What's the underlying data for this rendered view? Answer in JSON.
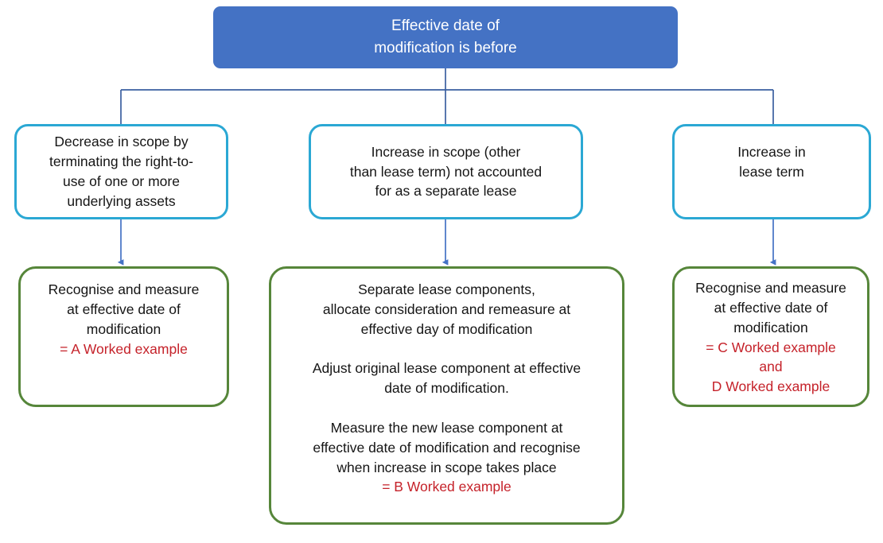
{
  "diagram": {
    "title_node": {
      "id": "effective-date-root",
      "lines": [
        "Effective date of",
        "modification is before"
      ],
      "fill": "#4472C4",
      "text_color": "#FFFFFF"
    },
    "criteria_nodes": [
      {
        "id": "decrease-in-scope",
        "border_color": "#2BA8D4",
        "lines": [
          "Decrease in scope by",
          "terminating the right-to-",
          "use of one or more",
          "underlying assets"
        ]
      },
      {
        "id": "increase-in-scope",
        "border_color": "#2BA8D4",
        "lines": [
          "Increase in scope (other",
          "than lease term) not accounted",
          "for as a separate lease"
        ]
      },
      {
        "id": "increase-in-lease-term",
        "border_color": "#2BA8D4",
        "lines": [
          "Increase in",
          "lease term"
        ]
      }
    ],
    "outcome_nodes": [
      {
        "id": "outcome-a",
        "border_color": "#56863A",
        "accent_color": "#C5222A",
        "paragraphs": [
          {
            "lines": [
              "Recognise and measure",
              "at effective date of",
              "modification"
            ],
            "accent_lines": [
              "= A Worked example"
            ]
          }
        ]
      },
      {
        "id": "outcome-b",
        "border_color": "#56863A",
        "accent_color": "#C5222A",
        "paragraphs": [
          {
            "lines": [
              "Separate lease components,",
              "allocate consideration and remeasure at",
              "effective day of modification"
            ],
            "accent_lines": []
          },
          {
            "lines": [
              "Adjust original lease component at effective",
              "date of modification."
            ],
            "accent_lines": []
          },
          {
            "lines": [
              "Measure the new lease component at",
              "effective date of modification and recognise",
              "when increase in scope takes place"
            ],
            "accent_lines": [
              "= B Worked example"
            ]
          }
        ]
      },
      {
        "id": "outcome-c",
        "border_color": "#56863A",
        "accent_color": "#C5222A",
        "paragraphs": [
          {
            "lines": [
              "Recognise and measure",
              "at effective date of",
              "modification"
            ],
            "accent_lines": [
              "= C Worked example",
              "and",
              "D Worked example"
            ]
          }
        ]
      }
    ],
    "connectors": {
      "trunk_color": "#3A5FA0",
      "arrow_color": "#4472C4",
      "branch_count": 3
    }
  }
}
